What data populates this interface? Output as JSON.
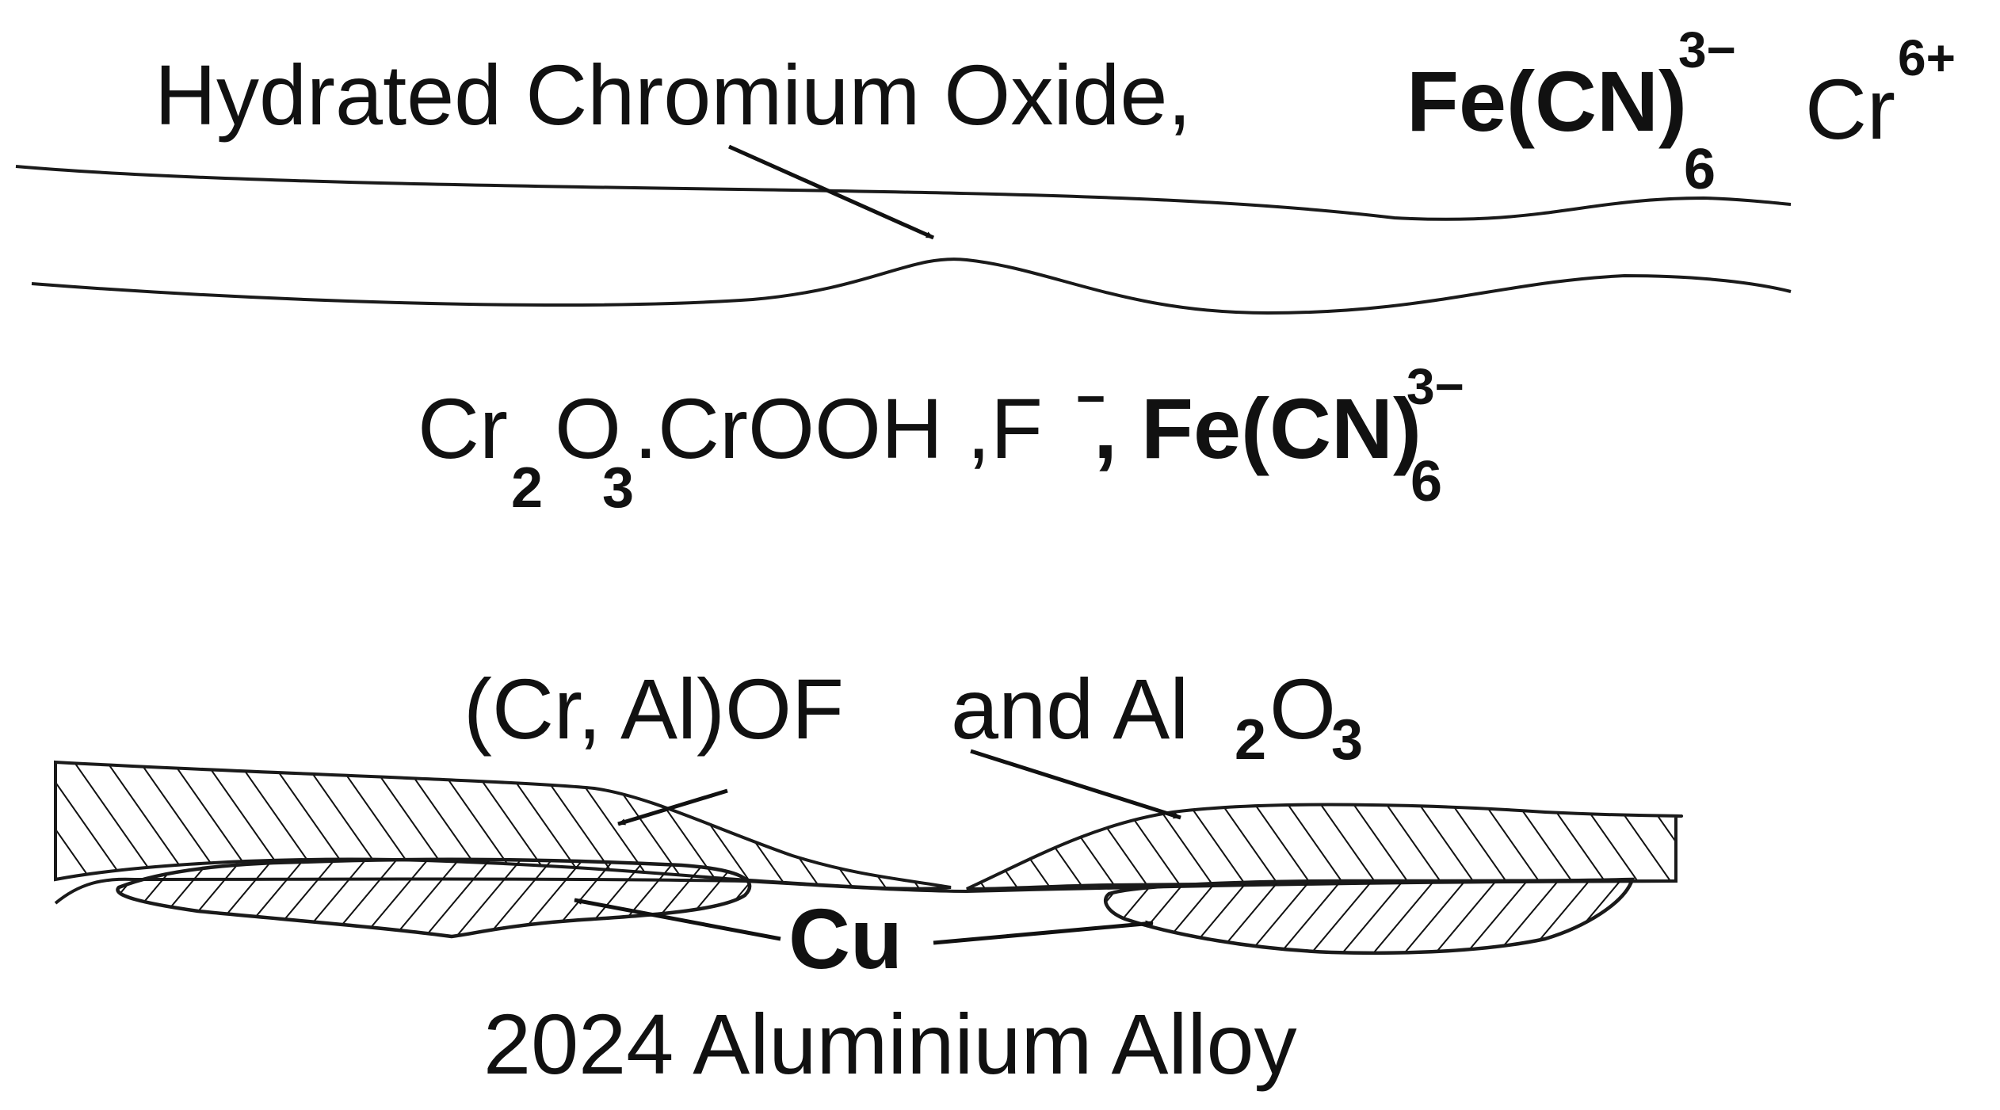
{
  "top_layer": {
    "label": "Hydrated Chromium Oxide,",
    "ion1_base": "Fe(CN)",
    "ion1_sub": "6",
    "ion1_sup": "3−",
    "ion2_base": "Cr",
    "ion2_sup": "6+"
  },
  "middle_layer": {
    "cr": "Cr",
    "cr_sub": "2",
    "o": "O",
    "o_sub": "3",
    "rest": ".CrOOH ,F",
    "f_sup": "−",
    "fecn": ", Fe(CN)",
    "fecn_sub": "6",
    "fecn_sup": "3−"
  },
  "bottom_layer": {
    "cralof": "(Cr, Al)OF",
    "and_al": "and Al",
    "al_sub": "2",
    "o": "O",
    "o_sub": "3",
    "cu": "Cu",
    "substrate": "2024 Aluminium Alloy"
  },
  "colors": {
    "ink": "#111111",
    "background": "#ffffff"
  }
}
